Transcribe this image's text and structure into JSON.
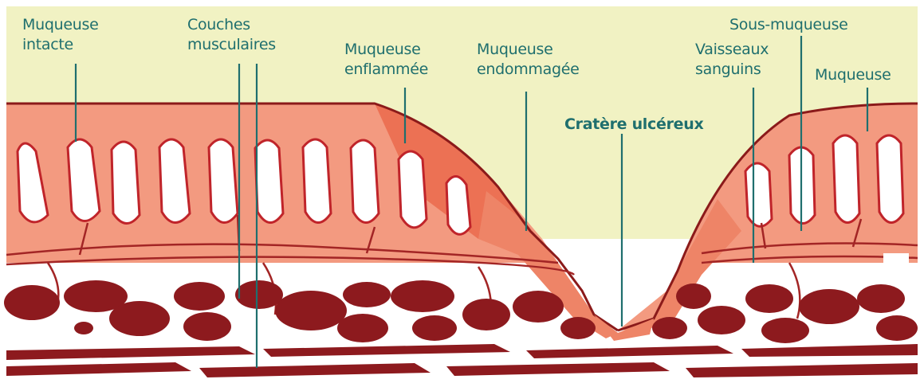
{
  "labels": {
    "muqueuse_intacte": [
      "Muqueuse",
      "intacte"
    ],
    "couches_musculaires": [
      "Couches",
      "musculaires"
    ],
    "muqueuse_enflammee": [
      "Muqueuse",
      "enflammée"
    ],
    "muqueuse_endommagee": [
      "Muqueuse",
      "endommagée"
    ],
    "cratere_ulcereux": "Cratère ulcéreux",
    "sous_muqueuse": "Sous-muqueuse",
    "vaisseaux_sanguins": [
      "Vaisseaux",
      "sanguins"
    ],
    "muqueuse": "Muqueuse"
  },
  "colors": {
    "background": "#f1f2c3",
    "mucosa": "#f39a80",
    "mucosa_outline": "#8b1a1a",
    "inflamed": "#ea6a4c",
    "damaged": "#ee8467",
    "muscle": "#8d1a1e",
    "vessel": "#a32525",
    "label": "#1f6f6e",
    "tissue_white": "#ffffff"
  }
}
